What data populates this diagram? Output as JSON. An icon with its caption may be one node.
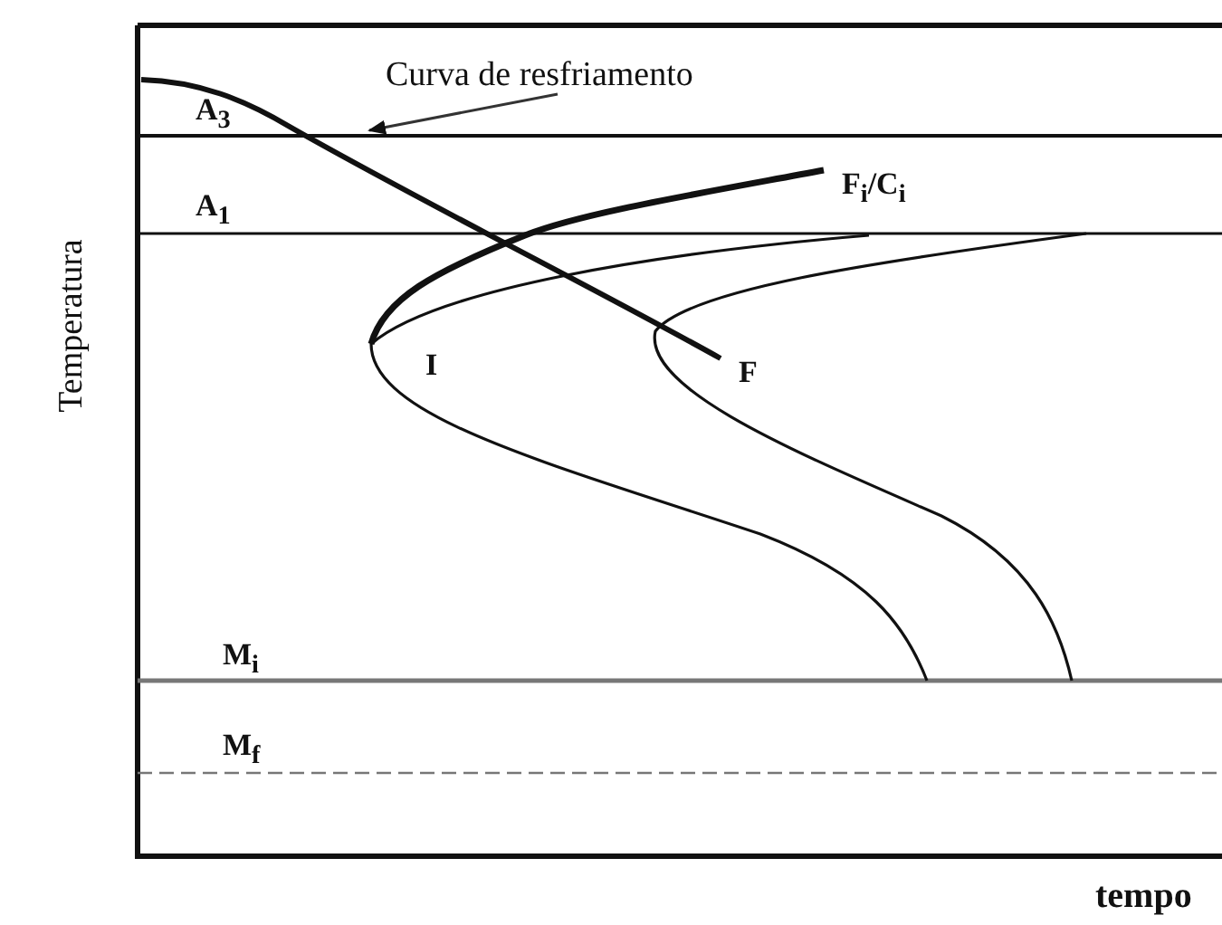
{
  "diagram": {
    "nodes": [
      {
        "text": [
          "Curva de resfriamento"
        ]
      },
      {
        "text": [],
        "shape": "line"
      }
    ],
    "edges": [
      {
        "from": 0,
        "to": 1,
        "arrow": "to"
      }
    ],
    "labels": [
      "A$_{3}$",
      "F$_{i}$/C$_{i}$",
      "A$_{1}$",
      "I",
      "F",
      "M$_{i}$",
      "M$_{f}$",
      "Temperatura",
      "tempo"
    ]
  }
}
